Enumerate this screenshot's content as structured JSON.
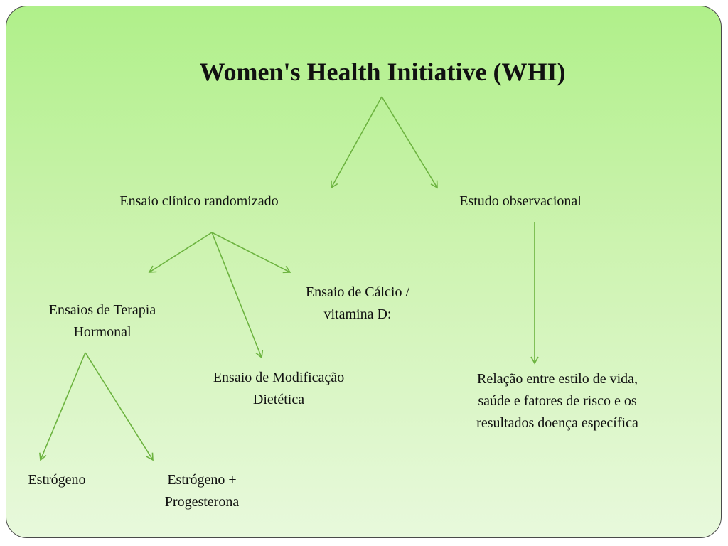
{
  "title": "Women's Health Initiative (WHI)",
  "nodes": {
    "randomized": "Ensaio clínico randomizado",
    "observational": "Estudo observacional",
    "hormone_line1": "Ensaios de Terapia",
    "hormone_line2": "Hormonal",
    "calcium_line1": "Ensaio de Cálcio /",
    "calcium_line2": "vitamina D:",
    "diet_line1": "Ensaio de Modificação",
    "diet_line2": "Dietética",
    "relation_line1": "Relação entre estilo de vida,",
    "relation_line2": "saúde e fatores de risco e os",
    "relation_line3": "resultados doença específica",
    "estrogen": "Estrógeno",
    "estrogen_prog_line1": "Estrógeno +",
    "estrogen_prog_line2": "Progesterona"
  },
  "colors": {
    "connector": "#6cb33f",
    "border": "#4a4a4a"
  }
}
